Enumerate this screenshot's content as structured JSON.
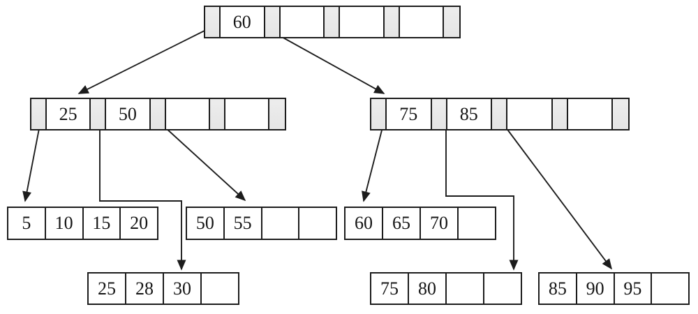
{
  "diagram": {
    "type": "b-plus-tree",
    "background": "#ffffff",
    "line_color": "#1c1c1c",
    "pointer_cell_fill": "#e9e9e9",
    "key_cell_fill": "#ffffff",
    "nodes": {
      "root": {
        "level": "root",
        "keys": [
          "60",
          "",
          "",
          ""
        ]
      },
      "internal_left": {
        "level": "internal",
        "keys": [
          "25",
          "50",
          "",
          ""
        ]
      },
      "internal_right": {
        "level": "internal",
        "keys": [
          "75",
          "85",
          "",
          ""
        ]
      },
      "leaf1": {
        "level": "leaf",
        "cells": [
          "5",
          "10",
          "15",
          "20"
        ]
      },
      "leaf2": {
        "level": "leaf",
        "cells": [
          "50",
          "55",
          "",
          ""
        ]
      },
      "leaf3": {
        "level": "leaf",
        "cells": [
          "60",
          "65",
          "70",
          ""
        ]
      },
      "leaf4": {
        "level": "leaf",
        "cells": [
          "25",
          "28",
          "30",
          ""
        ]
      },
      "leaf5": {
        "level": "leaf",
        "cells": [
          "75",
          "80",
          "",
          ""
        ]
      },
      "leaf6": {
        "level": "leaf",
        "cells": [
          "85",
          "90",
          "95",
          ""
        ]
      }
    },
    "edges": [
      {
        "from": "root pointer 1",
        "to": "internal_left"
      },
      {
        "from": "root pointer 2",
        "to": "internal_right"
      },
      {
        "from": "internal_left pointer 1",
        "to": "leaf1"
      },
      {
        "from": "internal_left pointer 2",
        "to": "leaf4"
      },
      {
        "from": "internal_left pointer 3",
        "to": "leaf2"
      },
      {
        "from": "internal_right pointer 1",
        "to": "leaf3"
      },
      {
        "from": "internal_right pointer 2",
        "to": "leaf5"
      },
      {
        "from": "internal_right pointer 3",
        "to": "leaf6"
      }
    ]
  }
}
